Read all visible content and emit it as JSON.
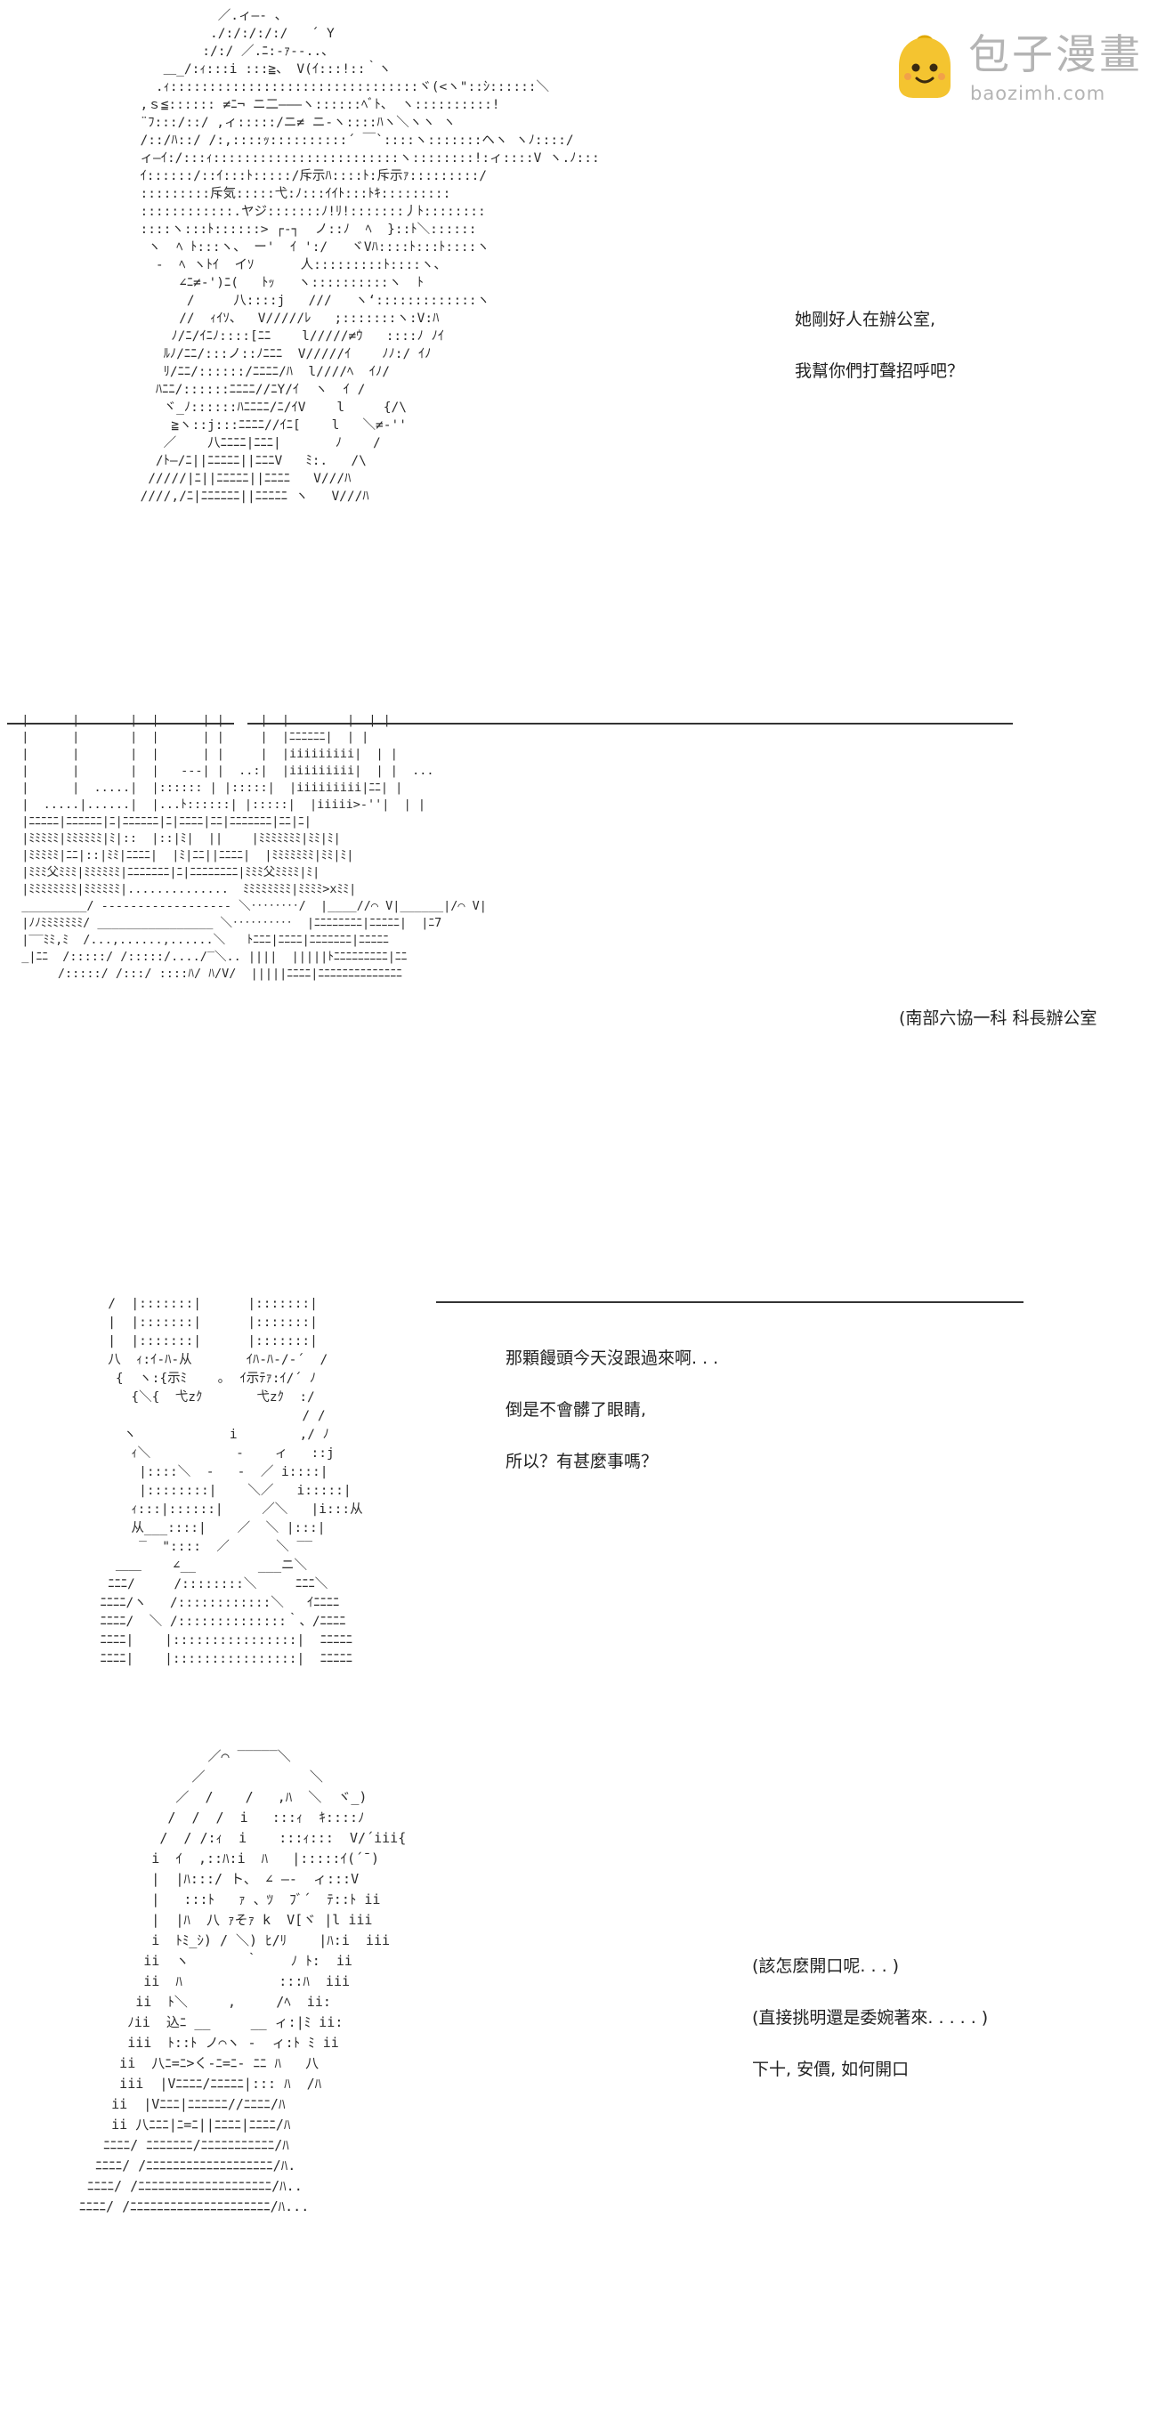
{
  "watermark": {
    "title": "包子漫畫",
    "url": "baozimh.com",
    "logo_icon": "bun-mascot-icon",
    "logo_color": "#f4c430"
  },
  "panels": [
    {
      "ascii_art": "            ／.ィ―‐ 、\n           ./:/:/:/:/   ´ Y\n          :/:/ ／.ﾆ:-ｧ‐-..、\n     ＿_/:ｨ:::i :::≧、 V(ｲ:::!::｀ヽ\n    .ｨ::::::::::::::::::::::::::::::::ヾ(<ヽ\"::ｼ::::::＼\n  ,ｓ≦:::::: ≠ﾆ¬ ニ二―――ヽ::::::ﾍﾞﾄ、 ヽ::::::::::!\n  ¨ﾌ:::/::/ ,ィ:::::/ニ≠ ニ‐ヽ::::ﾊヽ＼ヽヽ ヽ\n  /::/ﾊ::/ /:,::::ｯ::::::::::´ ￣`::::ヽ:::::::ヘヽ ヽﾉ::::/\n  ィ―ｲ:/:::ｨ::::::::::::::::::::::::ヽ::::::::!:ィ::::V ヽ.ﾉ:::\n  ｲ::::::/::ｲ:::ﾄ:::::/斥示ﾊ::::ﾄ:斥示ｧ:::::::::/\n  :::::::::斥気:::::弋:ﾉ:::ｲｲﾄ:::ﾄｷ:::::::::\n  ::::::::::::.ヤジ:::::::ﾉ!ﾘ!:::::::丿ﾄ::::::::\n  ::::ヽ:::ﾄ::::::> ┌‐┐  ノ::ﾉ  ﾍ  }::ﾄ＼::::::\n   ヽ  ﾍ ﾄ:::ヽ、 ー'  ｲ ':/   ヾVﾊ::::ﾄ:::ﾄ::::ヽ\n    ‐  ﾍ ヽﾄｲ  イｿ      人:::::::::ﾄ::::ヽ、\n       ∠ﾆ≠‐')ﾆ(   ﾄｯ   ヽ::::::::::ヽ  ﾄ\n        /     八::::j   ///   ヽ‘:::::::::::::ヽ\n       //  ｨｲｿ、  V/////ﾚ   ;:::::::ヽ:V:ﾊ\n      ﾉ/ﾆ/ｲﾆﾉ::::[ﾆﾆ    l/////≠ｳ   ::::ﾉ ﾉｲ\n     ﾙﾉ/ﾆﾆ/:::ノ::ﾉﾆﾆﾆ  V/////ｲ    ﾉﾉ:/ ｲﾉ\n     ﾘ/ﾆﾆ/::::::/ﾆﾆﾆﾆ/ﾊ  l////ﾍ  ｲﾉ/\n    ﾊﾆﾆ/::::::ﾆﾆﾆﾆ//ﾆY/ｲ  ヽ  ｲ /\n     ヾ_ﾉ::::::ﾊﾆﾆﾆﾆ/ﾆ/ｲV    l     {/\\\n      ≧ヽ::j:::ﾆﾆﾆﾆ//ｲﾆ[    l   ＼≠‐''\n     ／    八ﾆﾆﾆﾆ|ﾆﾆﾆ|       ﾉ    /\n    /ﾄ―/ﾆ||ﾆﾆﾆﾆﾆ||ﾆﾆﾆV   ﾐ:.   /\\\n   /////|ﾆ||ﾆﾆﾆﾆﾆ||ﾆﾆﾆﾆ   V///ﾊ\n  ////,/ﾆ|ﾆﾆﾆﾆﾆﾆ||ﾆﾆﾆﾆﾆ ヽ   V///ﾊ",
      "dialogue": [
        "她剛好人在辦公室,",
        "我幫你們打聲招呼吧？"
      ]
    },
    {
      "ascii_art": "  |      |       |  |      | |     |  |        |  | |\n  |      |       |  |      | |     |  |ﾆﾆﾆﾆﾆﾆ|  | |\n  |      |       |  |      | |     |  |iiiiiiiii|  | |\n  |      |       |  |   ‐-‐| |  ..:|  |iiiiiiiii|  | |  ...\n  |      |  .....|  |:::::: | |:::::|  |iiiiiiiii|ﾆﾆ| |\n  |  .....|......|  |...ﾄ::::::| |:::::|  |iiiii>‐''|  | |\n  |ﾆﾆﾆﾆﾆ|ﾆﾆﾆﾆﾆﾆ|ﾆ|ﾆﾆﾆﾆﾆﾆ|ﾆ|ﾆﾆﾆﾆ|ﾆﾆ|ﾆﾆﾆﾆﾆﾆﾆ|ﾆﾆ|ﾆ|\n  |ﾐﾐﾐﾐﾐ|ﾐﾐﾐﾐﾐﾐ|ﾐ|::  |::|ﾐ|  ||    |ﾐﾐﾐﾐﾐﾐﾐ|ﾐﾐ|ﾐ|\n  |ﾐﾐﾐﾐﾐ|ﾆﾆ|::|ﾐﾐ|ﾆﾆﾆﾆ|  |ﾐ|ﾆﾆ||ﾆﾆﾆﾆ|  |ﾐﾐﾐﾐﾐﾐﾐ|ﾐﾐ|ﾐ|\n  |ﾐﾐﾐ父ﾐﾐﾐ|ﾐﾐﾐﾐﾐﾐ|ﾆﾆﾆﾆﾆﾆﾆ|ﾆ|ﾆﾆﾆﾆﾆﾆﾆﾆ|ﾐﾐﾐ父ﾐﾐﾐﾐ|ﾐ|\n  |ﾐﾐﾐﾐﾐﾐﾐﾐ|ﾐﾐﾐﾐﾐﾐ|..............  ﾐﾐﾐﾐﾐﾐﾐﾐ|ﾐﾐﾐﾐ>xﾐﾐ|\n  _________/ ------------------ ＼‥‥‥‥/  |____//⌒ V|______|/⌒ V|\n  |ﾉﾉﾐﾐﾐﾐﾐﾐﾐ/ ________________ ＼‥‥‥‥‥  |ﾆﾆﾆﾆﾆﾆﾆﾆ|ﾆﾆﾆﾆﾆ|  |ﾆ7\n  |‾‾ﾐﾐ,ﾐ  /...,......,......＼   ﾄﾆﾆﾆ|ﾆﾆﾆﾆ|ﾆﾆﾆﾆﾆﾆﾆ|ﾆﾆﾆﾆﾆ\n  _|ﾆﾆ  /:::::/ /:::::/..../‾＼.. ||||  |||||ﾄﾆﾆﾆﾆﾆﾆﾆﾆﾆ|ﾆﾆ\n       /:::::/ /:::/ ::::ﾊ/ ﾊ/V/  |||||ﾆﾆﾆﾆ|ﾆﾆﾆﾆﾆﾆﾆﾆﾆﾆﾆﾆﾆﾆ",
      "dialogue": [
        "(南部六協一科  科長辦公室"
      ]
    },
    {
      "ascii_art": "   /  |:::::::|      |:::::::|\n   |  |:::::::|      |:::::::|\n   |  |:::::::|      |:::::::|\n   八  ｨ:ｲ‐ﾊ‐从       ｲﾊ‐ﾊ‐/‐´  /\n    {  ヽ:{示ﾐ    ｡  ｲ示ﾃｧ:ｲ/´ ﾉ\n      {＼{  弋zｸ       弋zｸ  :/\n                            / /\n     ヽ            i        ,/ ﾉ\n      ｨ＼           -    ィ   ::j\n       |::::＼  -   -  ／ i::::|\n       |::::::::|    ＼／   i:::::|\n      ｨ:::|::::::|     ／＼   |i:::从\n      从___::::|    ／  ＼ |:::|\n       ‾  \"::::  ／      ＼ ‾‾\n    ＿＿    ∠__        ___ニ＼\n   ﾆﾆﾆ/     /::::::::＼     ﾆﾆﾆ＼\n  ﾆﾆﾆﾆ/ヽ   /::::::::::::＼   ｲﾆﾆﾆﾆ\n  ﾆﾆﾆﾆ/  ＼ /::::::::::::::｀、/ﾆﾆﾆﾆ\n  ﾆﾆﾆﾆ|    |::::::::::::::::|  ﾆﾆﾆﾆﾆ\n  ﾆﾆﾆﾆ|    |::::::::::::::::|  ﾆﾆﾆﾆﾆ",
      "dialogue": [
        "那顆饅頭今天沒跟過來啊. . .",
        "倒是不會髒了眼睛,",
        "所以？有甚麼事嗎？"
      ]
    },
    {
      "ascii_art": "                 ／⌒ ‾‾‾‾‾＼\n               ／             ＼\n             ／  /    /   ,ﾊ  ＼  ヾ_)\n            /  /  /  i   :::ｨ  ｷ::::ﾉ\n           /  / /:ｨ  i    :::ｨ:::  V/´iii{\n          i  ｲ  ,::ﾊ:i  ﾊ   |:::::ｲ(´¯)\n          |  |ﾊ:::/ ト、 ∠ ―‐  ィ:::V\n          |   :::ﾄ   ｧ 、ﾂ  ﾌﾞ´  ﾃ::ﾄ ii\n          |  |ﾊ  八 ｧそｧ k  V[ヾ |l iii\n          i  ﾄﾐ_ｼ) / ＼) ﾋ/ﾘ    |ﾊ:i  iii\n         ii  ヽ       ｀    ﾉ ﾄ:  ii\n         ii  ﾊ            :::ﾊ  iii\n        ii  ﾄ＼     ,     /ﾍ  ii:\n       ﾉii  込ﾆ __     __ ィ:|ﾐ ii:\n       iii  ﾄ::ﾄ ノ⌒ヽ ‐  ィ:ﾄ ﾐ ii\n      ii  八ﾆ=ﾆ>く-ﾆ=ﾆ‐ ﾆﾆ ﾊ   八\n      iii  |Vﾆﾆﾆﾆ/ﾆﾆﾆﾆﾆ|::: ﾊ  /ﾊ\n     ii  |Vﾆﾆﾆ|ﾆﾆﾆﾆﾆﾆ//ﾆﾆﾆﾆ/ﾊ\n     ii 八ﾆﾆﾆ|ﾆ=ﾆ||ﾆﾆﾆﾆ|ﾆﾆﾆﾆ/ﾊ\n    ﾆﾆﾆﾆ/ ﾆﾆﾆﾆﾆﾆﾆ/ﾆﾆﾆﾆﾆﾆﾆﾆﾆﾆﾆ/ﾊ\n   ﾆﾆﾆﾆ/ /ﾆﾆﾆﾆﾆﾆﾆﾆﾆﾆﾆﾆﾆﾆﾆﾆﾆﾆﾆ/ﾊ.\n  ﾆﾆﾆﾆ/ /ﾆﾆﾆﾆﾆﾆﾆﾆﾆﾆﾆﾆﾆﾆﾆﾆﾆﾆﾆﾆ/ﾊ..\n ﾆﾆﾆﾆ/ /ﾆﾆﾆﾆﾆﾆﾆﾆﾆﾆﾆﾆﾆﾆﾆﾆﾆﾆﾆﾆﾆ/ﾊ...",
      "dialogue": [
        "(該怎麽開口呢. . . )",
        "(直接挑明還是委婉著來. . . . . )",
        "下十, 安價, 如何開口"
      ]
    }
  ]
}
